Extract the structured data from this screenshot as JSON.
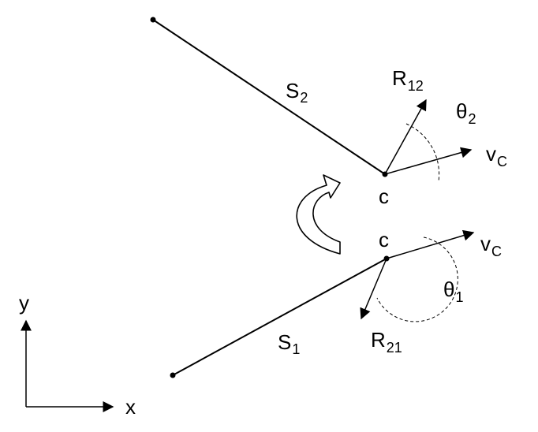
{
  "diagram": {
    "segments": {
      "s2": {
        "name": "S",
        "subscript": "2"
      },
      "s1": {
        "name": "S",
        "subscript": "1"
      }
    },
    "upper_point": {
      "label": "c",
      "force": {
        "name": "R",
        "subscript": "12"
      },
      "velocity": {
        "name": "v",
        "subscript": "C"
      },
      "angle": {
        "name": "θ",
        "subscript": "2"
      }
    },
    "lower_point": {
      "label": "c",
      "force": {
        "name": "R",
        "subscript": "21"
      },
      "velocity": {
        "name": "v",
        "subscript": "C"
      },
      "angle": {
        "name": "θ",
        "subscript": "1"
      }
    },
    "axes": {
      "x": "x",
      "y": "y"
    },
    "colors": {
      "ink": "#000000",
      "background": "#ffffff"
    },
    "rotation_arrow_icon": "curved-arrow-icon"
  }
}
